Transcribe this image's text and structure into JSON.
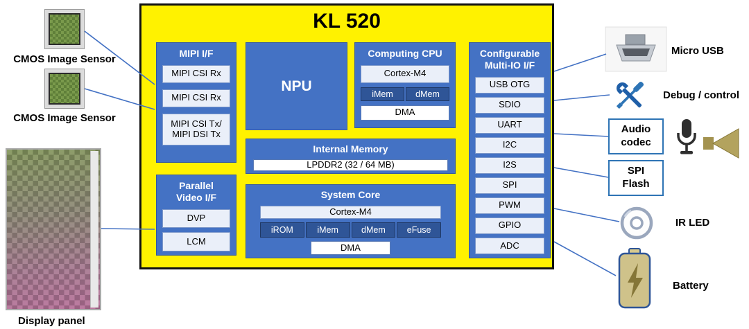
{
  "chip": {
    "title": "KL 520",
    "mipi": {
      "title": "MIPI I/F",
      "items": [
        "MIPI CSI Rx",
        "MIPI CSI Rx",
        "MIPI CSI Tx/ MIPI DSI Tx"
      ]
    },
    "parallel": {
      "title": "Parallel\nVideo I/F",
      "items": [
        "DVP",
        "LCM"
      ]
    },
    "npu": {
      "label": "NPU"
    },
    "cpu": {
      "title": "Computing CPU",
      "core": "Cortex-M4",
      "mem": [
        "iMem",
        "dMem"
      ],
      "dma": "DMA"
    },
    "memory": {
      "title": "Internal Memory",
      "module": "LPDDR2 (32 / 64 MB)"
    },
    "system_core": {
      "title": "System Core",
      "core": "Cortex-M4",
      "mem": [
        "iROM",
        "iMem",
        "dMem",
        "eFuse"
      ],
      "dma": "DMA"
    },
    "multi_io": {
      "title": "Configurable\nMulti-IO I/F",
      "items": [
        "USB OTG",
        "SDIO",
        "UART",
        "I2C",
        "I2S",
        "SPI",
        "PWM",
        "GPIO",
        "ADC"
      ]
    }
  },
  "peripherals": {
    "cmos_sensor_1": "CMOS Image Sensor",
    "cmos_sensor_2": "CMOS Image Sensor",
    "display_panel": "Display panel",
    "micro_usb": "Micro USB",
    "debug_control": "Debug / control",
    "audio_codec": "Audio\ncodec",
    "spi_flash": "SPI\nFlash",
    "ir_led": "IR LED",
    "battery": "Battery"
  },
  "colors": {
    "chip_background": "#FFF200",
    "block_blue": "#4472C4",
    "dark_cell_blue": "#2F5597",
    "light_cell": "#EAEFF9",
    "connector_line": "#4472C4",
    "chip_border": "#111111"
  }
}
